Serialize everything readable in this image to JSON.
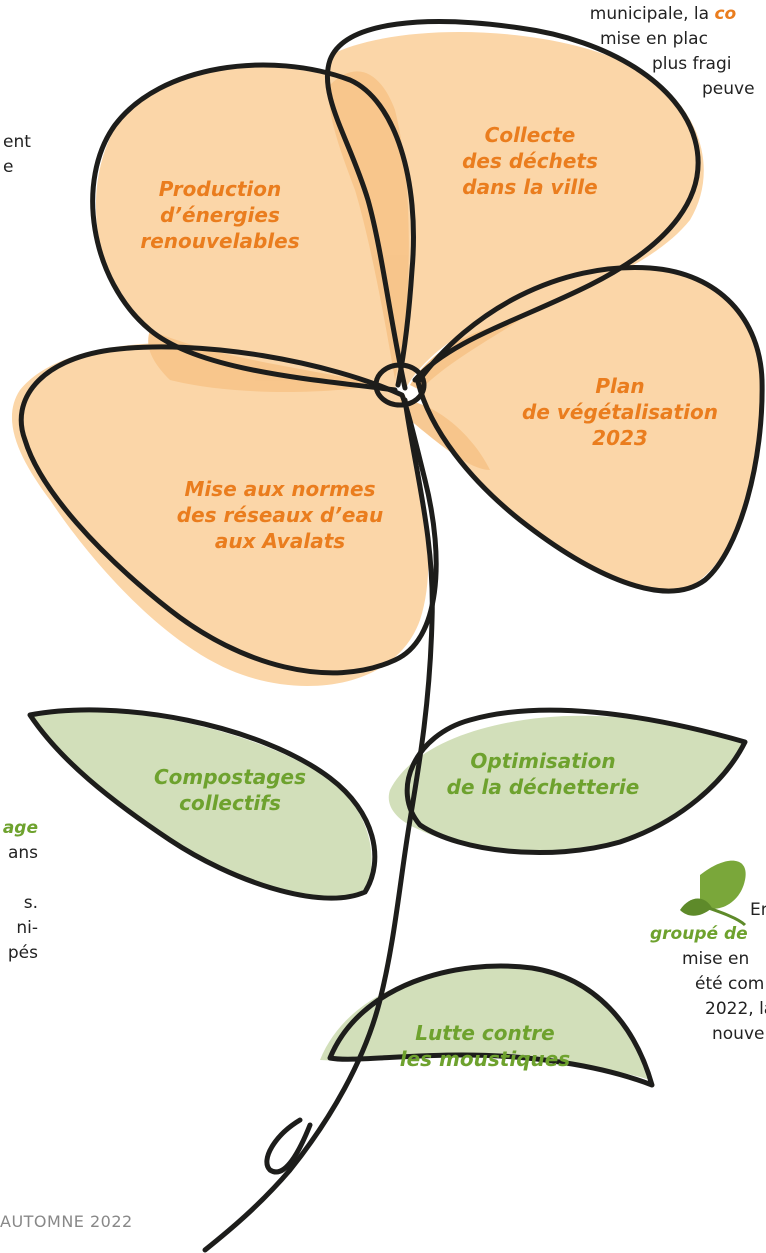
{
  "petals": [
    {
      "id": "energies",
      "lines": [
        "Production",
        "d’énergies",
        "renouvelables"
      ]
    },
    {
      "id": "dechets",
      "lines": [
        "Collecte",
        "des déchets",
        "dans la ville"
      ]
    },
    {
      "id": "vegetalisation",
      "lines": [
        "Plan",
        "de végétalisation",
        "2023"
      ]
    },
    {
      "id": "eau",
      "lines": [
        "Mise aux normes",
        "des réseaux d’eau",
        "aux Avalats"
      ]
    }
  ],
  "leaves": [
    {
      "id": "compostage",
      "lines": [
        "Compostages",
        "collectifs"
      ]
    },
    {
      "id": "dechetterie",
      "lines": [
        "Optimisation",
        "de la déchetterie"
      ]
    },
    {
      "id": "moustiques",
      "lines": [
        "Lutte contre",
        "les moustiques"
      ]
    }
  ],
  "text_top_right": {
    "line1_prefix": "municipale, la ",
    "line1_accent": "co",
    "line2": "mise en plac",
    "line3": "plus fragi",
    "line4": "peuve"
  },
  "text_top_left": {
    "line1": "ent",
    "line2": "e"
  },
  "text_left_mid": {
    "line1_accent": "age",
    "line2": "ans",
    "line3": "s.",
    "line4": "ni-",
    "line5": "pés"
  },
  "text_right_bottom": {
    "line1": "En",
    "line2_accent": "groupé de",
    "line3": "mise en",
    "line4": "été com",
    "line5": "2022, la",
    "line6": "nouve"
  },
  "footer": "AUTOMNE 2022",
  "colors": {
    "petal_fill": "#fbd6a8",
    "petal_overlap": "#f7c488",
    "leaf_fill": "#d2dfba",
    "outline": "#1d1d1b",
    "accent_orange": "#ea7d1e",
    "accent_green": "#6ea22e",
    "leaf_icon": "#7aa73a"
  },
  "icons": [
    "leaf-sprout-icon"
  ]
}
